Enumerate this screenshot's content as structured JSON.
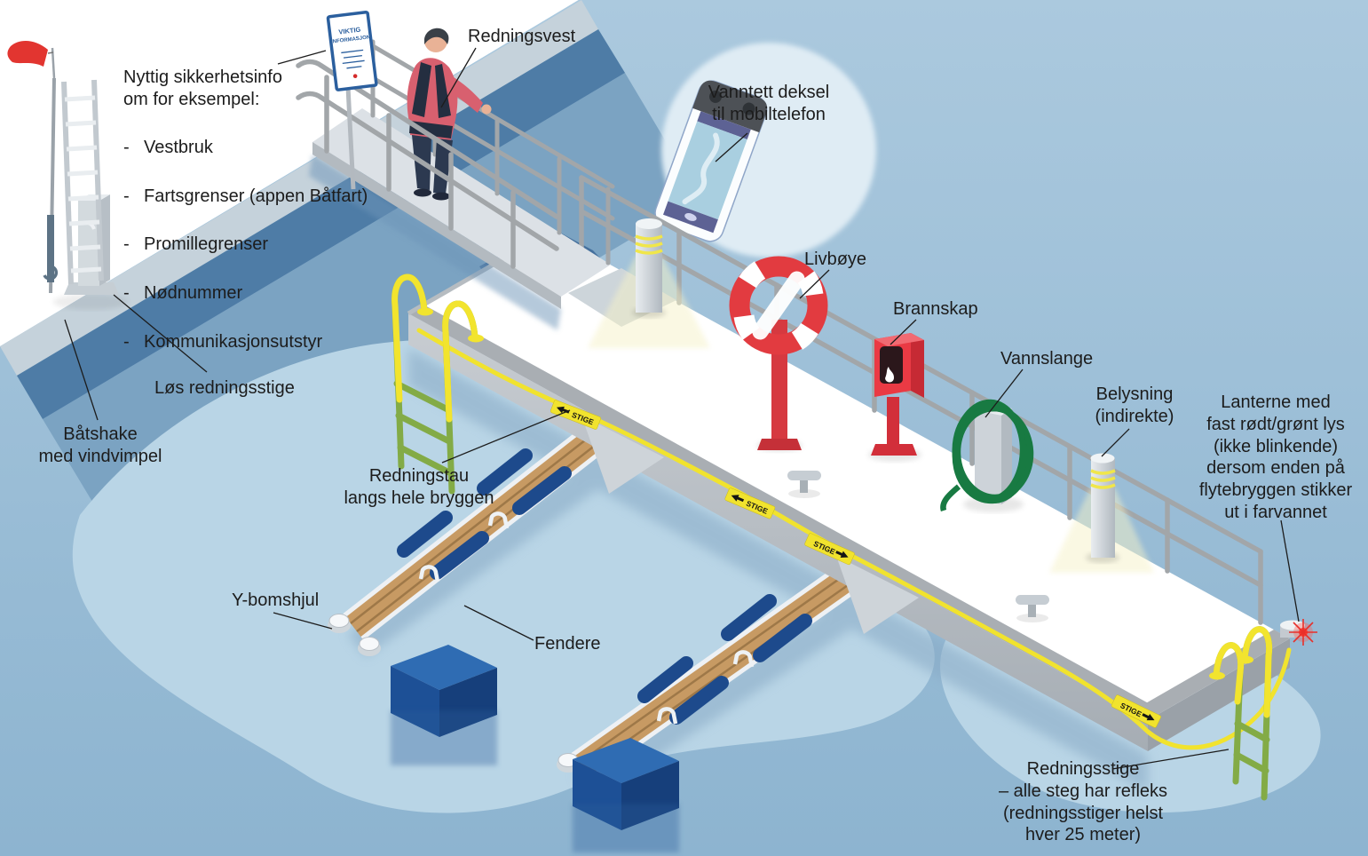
{
  "figure": {
    "type": "isometric safety infographic",
    "language": "no",
    "topic": "Sikkerhetsutstyr på flytebrygge"
  },
  "colors": {
    "water": "#a9c9de",
    "water_deep": "#8db4d0",
    "water_light": "#b9d5e6",
    "water_dark_band": "#4e7ca6",
    "quay_white": "#ffffff",
    "quay_wall": "#c5d2db",
    "dock_side_grey": "#b9bfc5",
    "railing_grey": "#a2a6a9",
    "safety_red": "#e23b40",
    "rope_yellow": "#f1e32e",
    "ladder_green": "#83ab46",
    "hose_green": "#187a42",
    "fender_navy": "#1d4a8c",
    "wood": "#c79a63",
    "label_text": "#1c1c1c",
    "sign_blue": "#2b5f9e"
  },
  "labels": {
    "info_heading": "Nyttig sikkerhetsinfo\nom for eksempel:",
    "info_bullet": "-",
    "info_items": [
      "Vestbruk",
      "Fartsgrenser (appen Båtfart)",
      "Promillegrenser",
      "Nødnummer",
      "Kommunikasjonsutstyr"
    ],
    "redningsvest": "Redningsvest",
    "vanntett_deksel": "Vanntett deksel\ntil mobiltelefon",
    "livboye": "Livbøye",
    "brannskap": "Brannskap",
    "vannslange": "Vannslange",
    "belysning": "Belysning\n(indirekte)",
    "lanterne": "Lanterne med\nfast rødt/grønt lys\n(ikke blinkende)\ndersom enden på\nflytebryggen stikker\nut i farvannet",
    "los_redningsstige": "Løs redningsstige",
    "batshake": "Båtshake\nmed vindvimpel",
    "redningstau": "Redningstau\nlangs hele bryggen",
    "y_bomshjul": "Y-bomshjul",
    "fendere": "Fendere",
    "redningsstige": "Redningsstige\n– alle steg har refleks\n(redningsstiger helst\nhver 25 meter)"
  },
  "scene": {
    "sign_line1": "VIKTIG",
    "sign_line2": "INFORMASJON",
    "stige": "STIGE"
  }
}
